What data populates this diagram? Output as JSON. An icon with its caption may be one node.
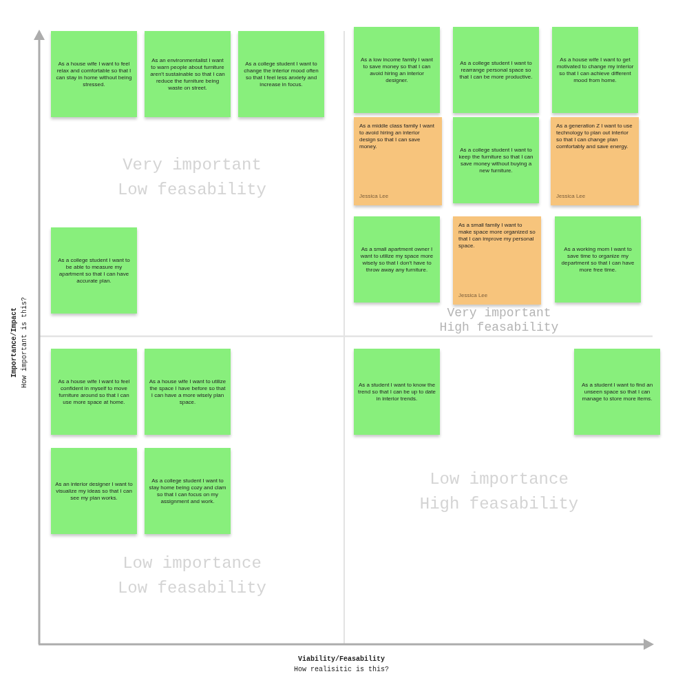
{
  "diagram": {
    "nodes": [
      {
        "text": [
          "As a house wife I want to feel relax and comfortable so that I can stay in home without being stressed."
        ]
      },
      {
        "text": [
          "As an environmentalist I want to warn people about furniture aren't sustainable so that I can reduce the furniture being waste on street."
        ]
      },
      {
        "text": [
          "As a college student I want to change the interior mood often so that I feel less anxiety and increase in focus."
        ]
      },
      {
        "text": [
          "As a low income family I want to save money so that I can avoid hiring an interior designer."
        ]
      },
      {
        "text": [
          "As a college student I want to rearrange personal space so that I can be more productive."
        ]
      },
      {
        "text": [
          "As a house wife I want to get motivated to change my interior so that I can achieve different mood from home."
        ]
      },
      {
        "text": [
          "As a middle class family I want to avoid hiring an interior design so that I can save money.",
          "Jessica Lee"
        ]
      },
      {
        "text": [
          "As a college student I want to keep the furniture so that I can save money without buying a new furniture."
        ]
      },
      {
        "text": [
          "As a generation Z I want to use technology to plan out interior so that I can change plan comfortably and save energy.",
          "Jessica Lee"
        ]
      },
      {
        "text": [
          "As a small apartment owner I want to utilize my space more wisely so that I don't have to throw away any furniture."
        ]
      },
      {
        "text": [
          "As a small family I want to make space more organized so that I can improve my personal space.",
          "Jessica Lee"
        ]
      },
      {
        "text": [
          "As a working mom I want to save time to organize my department so that I can have more free time."
        ]
      },
      {
        "text": [
          "As a college student I want to be able to measure my apartment so that I can have accurate plan."
        ]
      },
      {
        "text": [
          "As a house wife I want to feel confident in myself to move furniture around so that I can use more space at home."
        ]
      },
      {
        "text": [
          "As a house wife I want to utilize the space I have before so that I can have a more wisely plan space."
        ]
      },
      {
        "text": [
          "As an interior designer I want to visualize my ideas so that I can see my plan works."
        ]
      },
      {
        "text": [
          "As a college student I want to stay home being cozy and clam so that I can focus on my assignment and work."
        ]
      },
      {
        "text": [
          "As a student I want to know the trend so that I can be up to date in interior trends."
        ]
      },
      {
        "text": [
          "As a student I want to find an unseen space so that I can manage to store more items."
        ]
      }
    ],
    "labels": [
      "Very important Low feasability",
      "Very important High feasability",
      "Importance/Impact",
      "How important is this?",
      "Low importance Low feasability",
      "Low importance High feasability",
      "Viability/Feasability",
      "How realisitic is this?"
    ]
  }
}
